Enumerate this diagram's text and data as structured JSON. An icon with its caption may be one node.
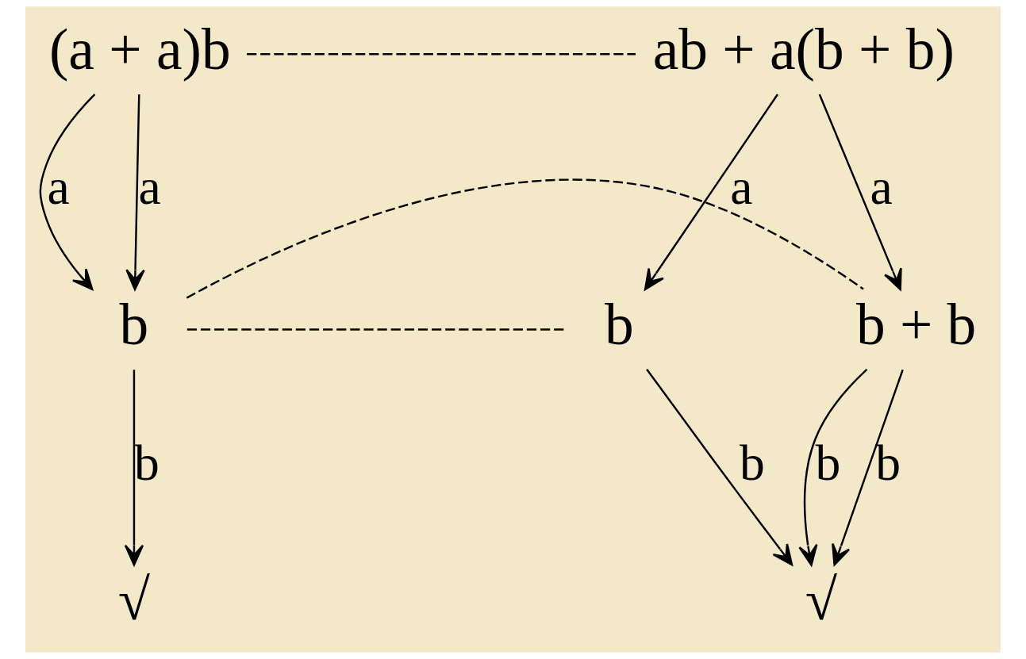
{
  "diagram": {
    "nodes": [
      {
        "text": [
          "(a + a)b"
        ]
      },
      {
        "text": [
          "ab + a(b + b)"
        ]
      },
      {
        "text": [
          "b"
        ]
      },
      {
        "text": [
          "b"
        ]
      },
      {
        "text": [
          "b + b"
        ]
      },
      {
        "text": [
          "√"
        ]
      },
      {
        "text": [
          "√"
        ]
      }
    ],
    "edges": [
      {
        "from": 0,
        "to": 1,
        "arrow": "none",
        "style": "dashed"
      },
      {
        "from": 0,
        "to": 2,
        "arrow": "to",
        "label": "a"
      },
      {
        "from": 0,
        "to": 2,
        "arrow": "to",
        "label": "a"
      },
      {
        "from": 1,
        "to": 3,
        "arrow": "to",
        "label": "a"
      },
      {
        "from": 1,
        "to": 4,
        "arrow": "to",
        "label": "a"
      },
      {
        "from": 2,
        "to": 3,
        "arrow": "none",
        "style": "dashed"
      },
      {
        "from": 2,
        "to": 4,
        "arrow": "none",
        "style": "dashed"
      },
      {
        "from": 2,
        "to": 5,
        "arrow": "to",
        "label": "b"
      },
      {
        "from": 3,
        "to": 6,
        "arrow": "to",
        "label": "b"
      },
      {
        "from": 4,
        "to": 6,
        "arrow": "to",
        "label": "b"
      },
      {
        "from": 4,
        "to": 6,
        "arrow": "to",
        "label": "b"
      }
    ]
  }
}
